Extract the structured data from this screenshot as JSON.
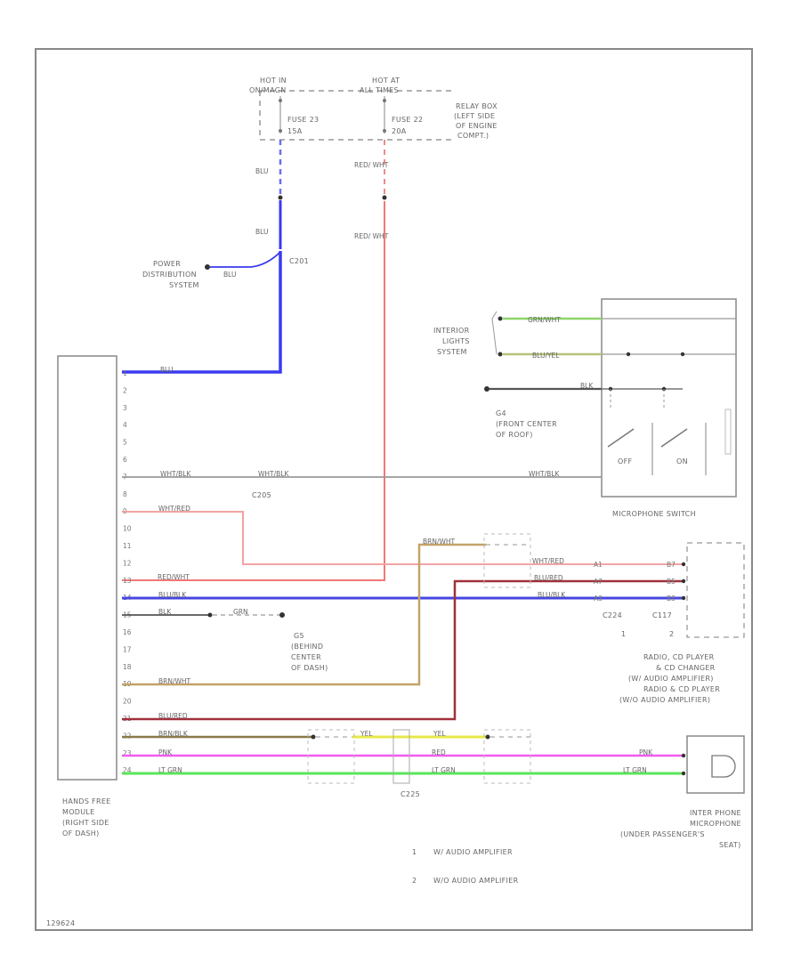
{
  "diagram_id": "129624",
  "hot_in_1": "HOT IN",
  "hot_in_2": "ON/MAGN",
  "hot_at_1": "HOT AT",
  "hot_at_2": "ALL TIMES",
  "fuse_23": "FUSE 23",
  "fuse_23_amp": "15A",
  "fuse_22": "FUSE 22",
  "fuse_22_amp": "20A",
  "relay_box": [
    "RELAY BOX",
    "(LEFT SIDE",
    "OF ENGINE",
    "COMPT.)"
  ],
  "power_distribution": [
    "POWER",
    "DISTRIBUTION",
    "SYSTEM"
  ],
  "c201": "C201",
  "c205": "C205",
  "c224": "C224",
  "c117": "C117",
  "c225": "C225",
  "interior_lights": [
    "INTERIOR",
    "LIGHTS",
    "SYSTEM"
  ],
  "g4": [
    "G4",
    "(FRONT CENTER",
    "OF ROOF)"
  ],
  "g5": [
    "G5",
    "(BEHIND",
    "CENTER",
    "OF DASH)"
  ],
  "mic_switch_label": "MICROPHONE SWITCH",
  "switch_off": "OFF",
  "switch_on": "ON",
  "radio_label": [
    "RADIO, CD PLAYER",
    "& CD CHANGER",
    "(W/ AUDIO AMPLIFIER)",
    "RADIO & CD PLAYER",
    "(W/O AUDIO AMPLIFIER)"
  ],
  "handsfree_label": [
    "HANDS FREE",
    "MODULE",
    "(RIGHT SIDE",
    "OF DASH)"
  ],
  "inter_phone_label": [
    "INTER PHONE",
    "MICROPHONE",
    "(UNDER PASSENGER'S",
    "SEAT)"
  ],
  "note_1_num": "1",
  "note_1": "W/ AUDIO AMPLIFIER",
  "note_2_num": "2",
  "note_2": "W/O AUDIO AMPLIFIER",
  "module_pins": [
    "1",
    "2",
    "3",
    "4",
    "5",
    "6",
    "7",
    "8",
    "9",
    "10",
    "11",
    "12",
    "13",
    "14",
    "15",
    "16",
    "17",
    "18",
    "19",
    "20",
    "21",
    "22",
    "23",
    "24"
  ],
  "wires": {
    "blu": "BLU",
    "red_wht": "RED/ WHT",
    "grn_wht": "GRN/WHT",
    "blu_yel": "BLU/YEL",
    "blk": "BLK",
    "wht_blk": "WHT/BLK",
    "wht_red": "WHT/RED",
    "red_wht_b": "RED/WHT",
    "blu_blk": "BLU/BLK",
    "grn": "GRN",
    "brn_wht": "BRN/WHT",
    "blu_red": "BLU/RED",
    "brn_blk": "BRN/BLK",
    "yel": "YEL",
    "pnk": "PNK",
    "red": "RED",
    "lt_grn": "LT GRN"
  }
}
